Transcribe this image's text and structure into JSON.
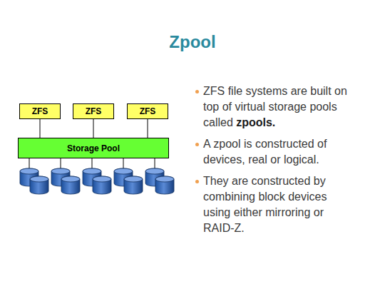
{
  "diagram": {
    "title": "Zpool",
    "nodes": [
      {
        "text": [
          "ZFS"
        ]
      },
      {
        "text": [
          "ZFS"
        ]
      },
      {
        "text": [
          "ZFS"
        ]
      },
      {
        "text": [
          "Storage Pool"
        ]
      }
    ],
    "edges": [
      {
        "from": 0,
        "to": 3,
        "arrow": "none"
      },
      {
        "from": 1,
        "to": 3,
        "arrow": "none"
      },
      {
        "from": 2,
        "to": 3,
        "arrow": "none"
      }
    ],
    "labels": [
      "ZFS file systems are built on top of virtual storage pools called",
      "zpools.",
      "A zpool is constructed of devices, real or logical.",
      "They are constructed by combining block devices using either mirroring or RAID-Z."
    ]
  }
}
